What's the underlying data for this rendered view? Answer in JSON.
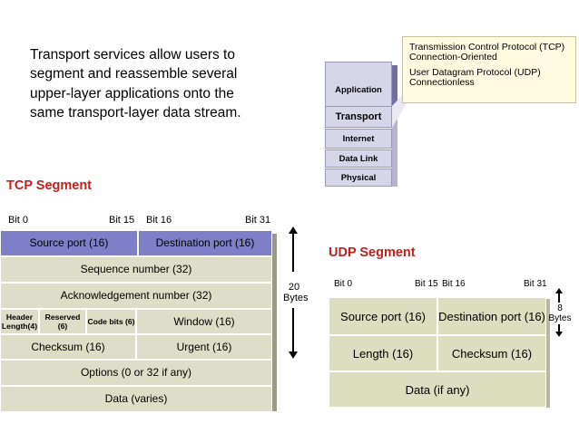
{
  "intro": "Transport services allow users to segment and reassemble several upper-layer applications onto the same transport-layer data stream.",
  "osi": {
    "layers": [
      "Application",
      "Transport",
      "Internet",
      "Data Link",
      "Physical"
    ],
    "callout": {
      "tcp_line1": "Transmission Control Protocol (TCP)",
      "tcp_line2": "Connection-Oriented",
      "udp_line1": "User Datagram Protocol (UDP)",
      "udp_line2": "Connectionless"
    }
  },
  "tcp": {
    "title": "TCP Segment",
    "bits": [
      "Bit 0",
      "Bit 15",
      "Bit 16",
      "Bit 31"
    ],
    "source_port": "Source port (16)",
    "destination_port": "Destination port (16)",
    "sequence": "Sequence number (32)",
    "ack": "Acknowledgement number (32)",
    "header_length": "Header Length(4)",
    "reserved": "Reserved (6)",
    "code_bits": "Code bits (6)",
    "window": "Window (16)",
    "checksum": "Checksum (16)",
    "urgent": "Urgent (16)",
    "options": "Options (0 or 32 if any)",
    "data": "Data (varies)",
    "size_num": "20",
    "size_unit": "Bytes"
  },
  "udp": {
    "title": "UDP Segment",
    "bits": [
      "Bit 0",
      "Bit 15",
      "Bit 16",
      "Bit 31"
    ],
    "source_port": "Source port (16)",
    "destination_port": "Destination port (16)",
    "length": "Length (16)",
    "checksum": "Checksum (16)",
    "data": "Data (if any)",
    "size_num": "8",
    "size_unit": "Bytes"
  },
  "colors": {
    "title_red": "#c0211e",
    "port_row": "#7e7fc7",
    "field": "#deddc7",
    "osi_layer": "#d6d6e9",
    "callout_bg": "#fffbe0"
  }
}
